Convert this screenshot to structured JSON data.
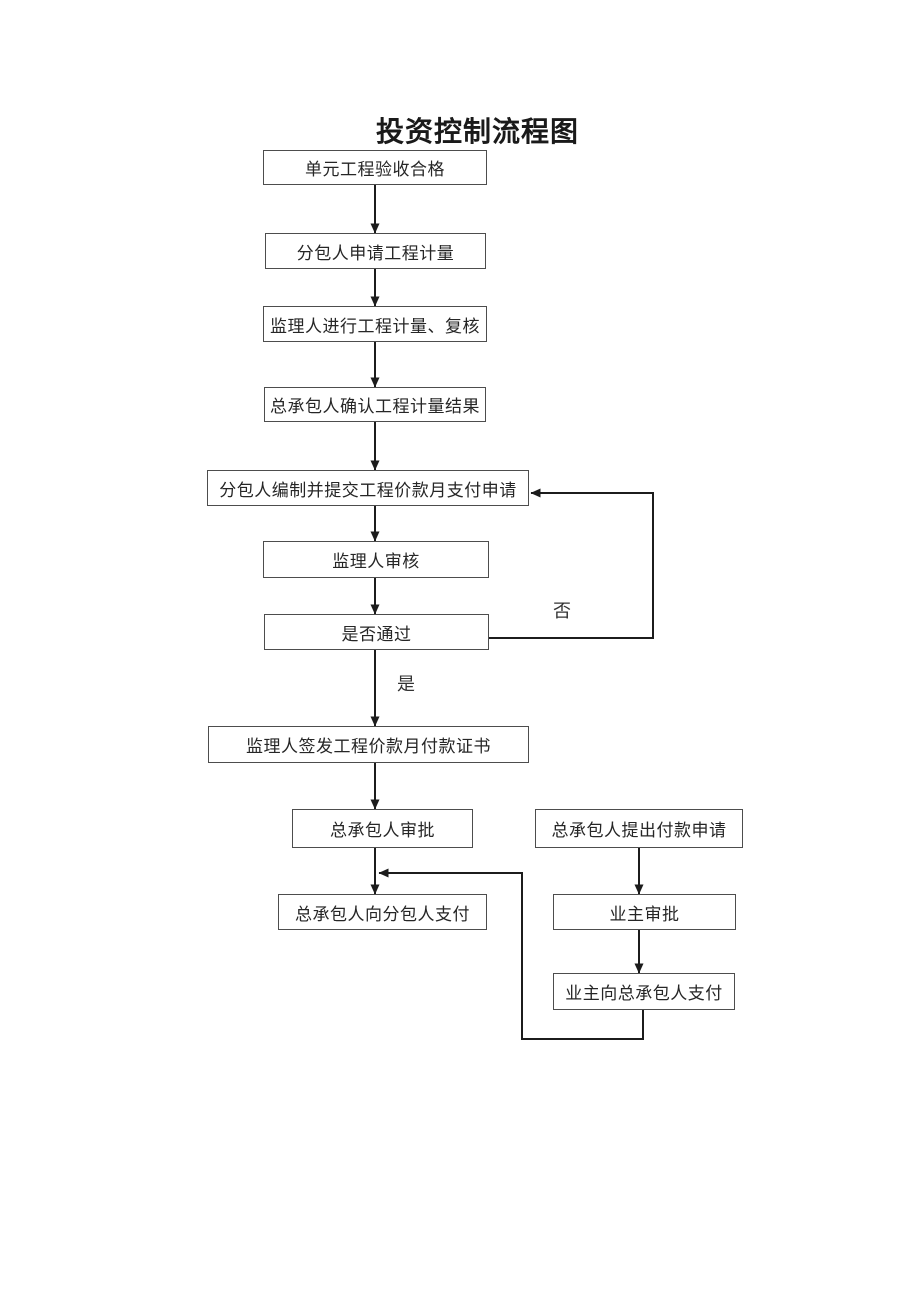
{
  "page": {
    "title": "投资控制流程图"
  },
  "flowchart": {
    "nodes": [
      {
        "id": "unit-acceptance",
        "label": "单元工程验收合格"
      },
      {
        "id": "subcontractor-measurement-request",
        "label": "分包人申请工程计量"
      },
      {
        "id": "supervisor-measurement-review",
        "label": "监理人进行工程计量、复核"
      },
      {
        "id": "contractor-confirm-measurement",
        "label": "总承包人确认工程计量结果"
      },
      {
        "id": "subcontractor-payment-application",
        "label": "分包人编制并提交工程价款月支付申请"
      },
      {
        "id": "supervisor-audit",
        "label": "监理人审核"
      },
      {
        "id": "decision-pass",
        "label": "是否通过"
      },
      {
        "id": "supervisor-issue-certificate",
        "label": "监理人签发工程价款月付款证书"
      },
      {
        "id": "contractor-approval",
        "label": "总承包人审批"
      },
      {
        "id": "contractor-payment-request",
        "label": "总承包人提出付款申请"
      },
      {
        "id": "contractor-pay-subcontractor",
        "label": "总承包人向分包人支付"
      },
      {
        "id": "owner-approval",
        "label": "业主审批"
      },
      {
        "id": "owner-pay-contractor",
        "label": "业主向总承包人支付"
      }
    ],
    "edge_labels": {
      "no": "否",
      "yes": "是"
    }
  },
  "colors": {
    "background": "#ffffff",
    "line": "#1c1c1c",
    "box_border": "#4d4d4d",
    "text": "#262626"
  }
}
